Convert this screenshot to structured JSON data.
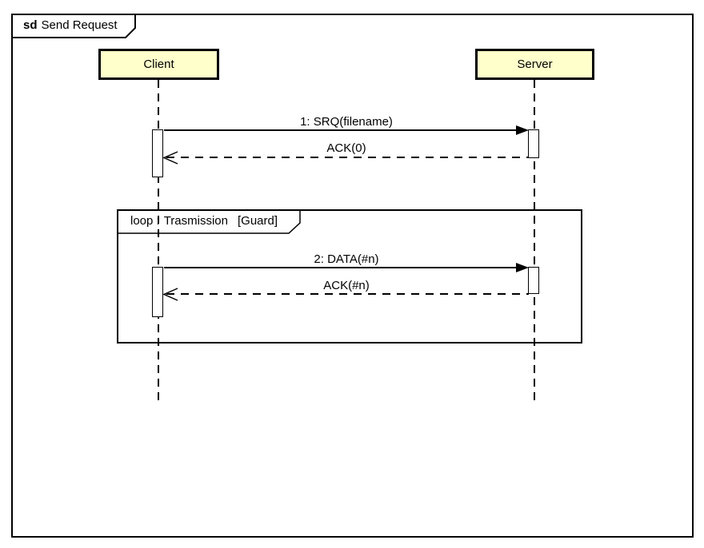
{
  "frame": {
    "keyword": "sd",
    "title": "Send Request",
    "type": "sequence-diagram"
  },
  "participants": [
    {
      "name": "Client"
    },
    {
      "name": "Server"
    }
  ],
  "messages": [
    {
      "label": "1: SRQ(filename)",
      "kind": "sync-call",
      "from": "Client",
      "to": "Server",
      "line": "solid",
      "arrowhead": "filled"
    },
    {
      "label": "ACK(0)",
      "kind": "reply",
      "from": "Server",
      "to": "Client",
      "line": "dashed",
      "arrowhead": "open"
    },
    {
      "label": "2: DATA(#n)",
      "kind": "sync-call",
      "from": "Client",
      "to": "Server",
      "line": "solid",
      "arrowhead": "filled"
    },
    {
      "label": "ACK(#n)",
      "kind": "reply",
      "from": "Server",
      "to": "Client",
      "line": "dashed",
      "arrowhead": "open"
    }
  ],
  "fragment": {
    "operator": "loop :",
    "name": "Trasmission",
    "guard": "[Guard]"
  },
  "colors": {
    "participant_fill": "#FFFFCC",
    "line": "#000000",
    "background": "#FFFFFF"
  }
}
